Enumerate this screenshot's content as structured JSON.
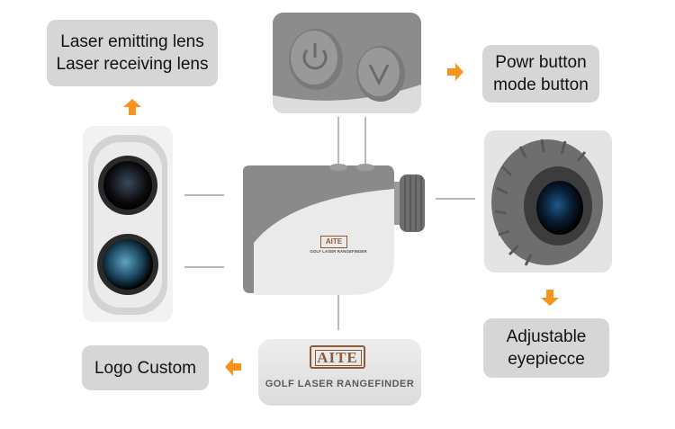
{
  "labels": {
    "lens": [
      "Laser emitting lens",
      "Laser receiving lens"
    ],
    "buttons": [
      "Powr button",
      "mode button"
    ],
    "eyepiece": [
      "Adjustable",
      "eyepiecce"
    ],
    "logo": [
      "Logo Custom"
    ]
  },
  "device": {
    "brand": "AITE",
    "subtitle": "GOLF LASER RANGEFINDER"
  },
  "colors": {
    "arrow": "#f7941d",
    "label_bg": "#d6d6d6",
    "body_gray": "#8a8a8a",
    "body_light": "#e9e9e9",
    "logo_red": "#8b5a3a"
  },
  "icons": [
    "power-icon",
    "mode-icon",
    "arrow-up-icon",
    "arrow-right-icon",
    "arrow-down-icon",
    "arrow-left-icon"
  ]
}
